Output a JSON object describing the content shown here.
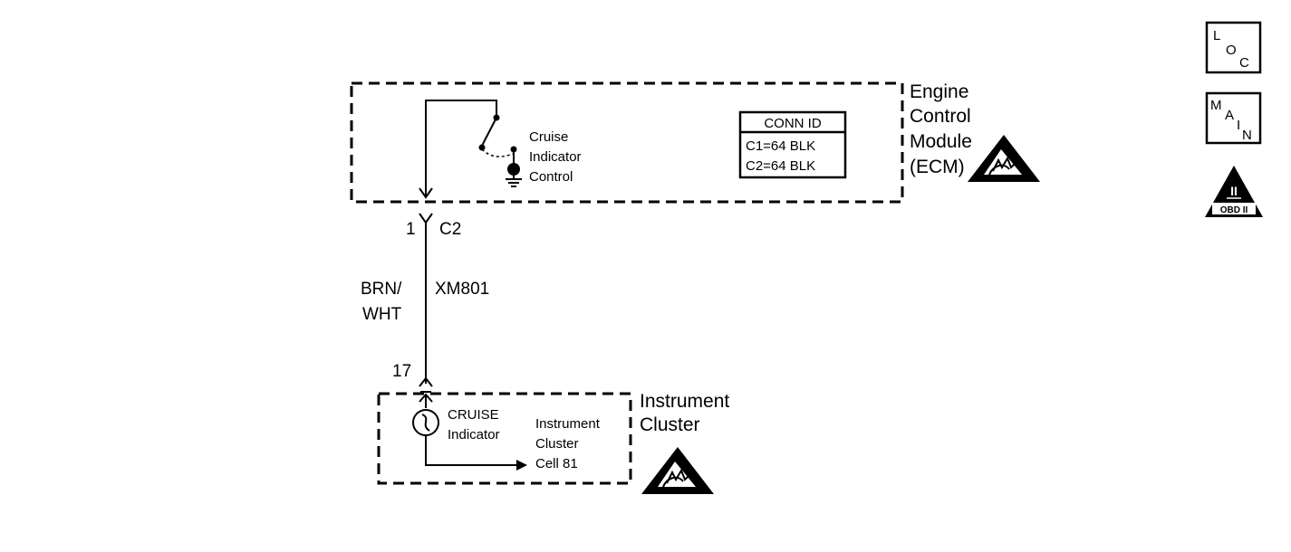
{
  "ecm": {
    "name_lines": [
      "Engine",
      "Control",
      "Module",
      "(ECM)"
    ],
    "switch_label_lines": [
      "Cruise",
      "Indicator",
      "Control"
    ],
    "conn_id": {
      "header": "CONN ID",
      "rows": [
        "C1=64 BLK",
        "C2=64 BLK"
      ]
    }
  },
  "connector_top": {
    "pin": "1",
    "id": "C2"
  },
  "wire": {
    "color_lines": [
      "BRN/",
      "WHT"
    ],
    "circuit": "XM801"
  },
  "connector_bottom": {
    "pin": "17"
  },
  "cluster": {
    "name_lines": [
      "Instrument",
      "Cluster"
    ],
    "lamp_label_lines": [
      "CRUISE",
      "Indicator"
    ],
    "ref_lines": [
      "Instrument",
      "Cluster",
      "Cell 81"
    ]
  },
  "side_icons": {
    "loc": [
      "L",
      "O",
      "C"
    ],
    "main": [
      "M",
      "A",
      "I",
      "N"
    ],
    "obd": {
      "top": "II",
      "bottom": "OBD II"
    }
  },
  "icons": {
    "esd_ecm": "esd-sensitive-icon",
    "esd_cluster": "esd-sensitive-icon",
    "lamp": "lamp-icon",
    "ground": "ground-icon"
  }
}
